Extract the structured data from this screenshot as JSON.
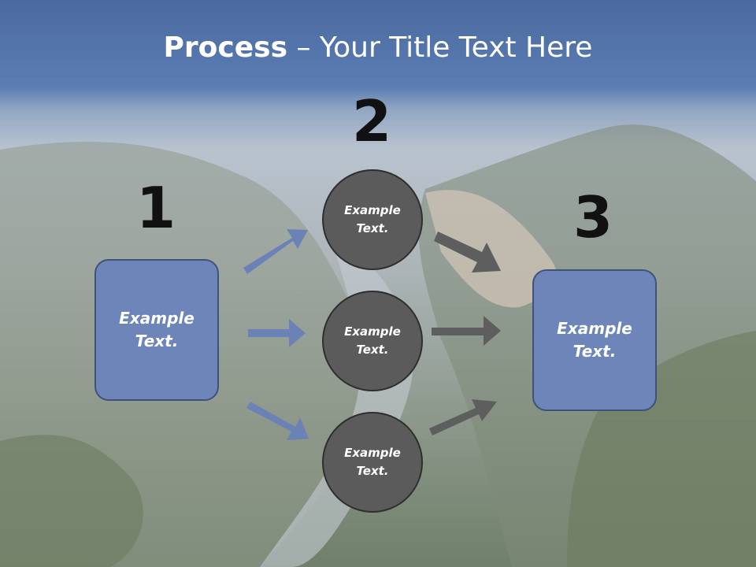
{
  "title": {
    "bold": "Process",
    "rest": " – Your Title Text Here"
  },
  "steps": {
    "one": {
      "number": "1",
      "text": "Example Text."
    },
    "two": {
      "number": "2"
    },
    "three": {
      "number": "3",
      "text": "Example Text."
    }
  },
  "circles": [
    {
      "text": "Example Text."
    },
    {
      "text": "Example Text."
    },
    {
      "text": "Example Text."
    }
  ],
  "colors": {
    "box": "#6d85b9",
    "circle": "#5b5b5b",
    "blue_arrow": "#6b82b6",
    "gray_arrow": "#5e5e5e"
  }
}
